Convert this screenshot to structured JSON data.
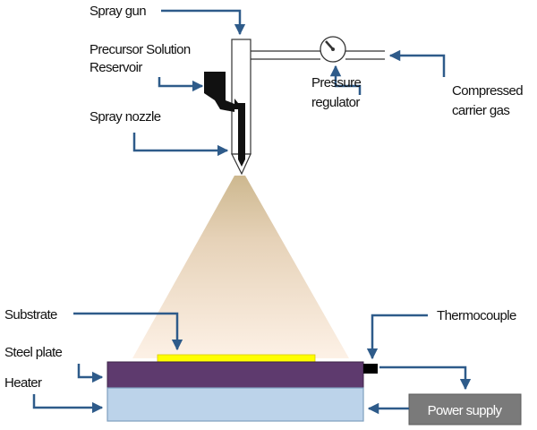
{
  "labels": {
    "spray_gun": "Spray gun",
    "reservoir_line1": "Precursor Solution",
    "reservoir_line2": "Reservoir",
    "spray_nozzle": "Spray nozzle",
    "pressure_line1": "Pressure",
    "pressure_line2": "regulator",
    "gas_line1": "Compressed",
    "gas_line2": "carrier gas",
    "substrate": "Substrate",
    "thermocouple": "Thermocouple",
    "steel_plate": "Steel plate",
    "heater": "Heater",
    "power_supply": "Power supply"
  },
  "colors": {
    "arrow": "#2e5b8a",
    "steel_plate": "#5e3a6e",
    "substrate": "#ffff00",
    "heater": "#bcd3ea",
    "heater_border": "#7f9fbf",
    "power_supply_box": "#7a7a7a",
    "power_supply_text": "#ffffff",
    "spray_cone": "#e8d5bd",
    "reservoir": "#111111",
    "thermocouple": "#000000"
  }
}
